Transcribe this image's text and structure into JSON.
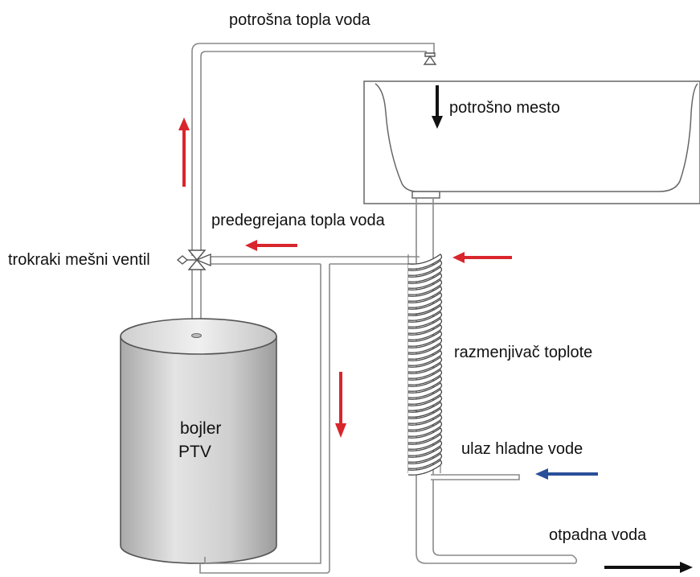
{
  "labels": {
    "hot_supply": "potrošna topla voda",
    "outlet_point": "potrošno mesto",
    "preheated_water": "predegrejana topla voda",
    "mixing_valve": "trokraki mešni ventil",
    "heat_exchanger": "razmenjivač toplote",
    "cold_inlet": "ulaz hladne vode",
    "waste_water": "otpadna voda"
  },
  "tank": {
    "line1": "bojler",
    "line2": "PTV"
  },
  "colors": {
    "pipe_stroke": "#8a8a8a",
    "hot_arrow": "#d8262c",
    "cold_arrow": "#2a4f9a",
    "drain_arrow": "#111111",
    "tank_fill": "#c8c8c8"
  }
}
